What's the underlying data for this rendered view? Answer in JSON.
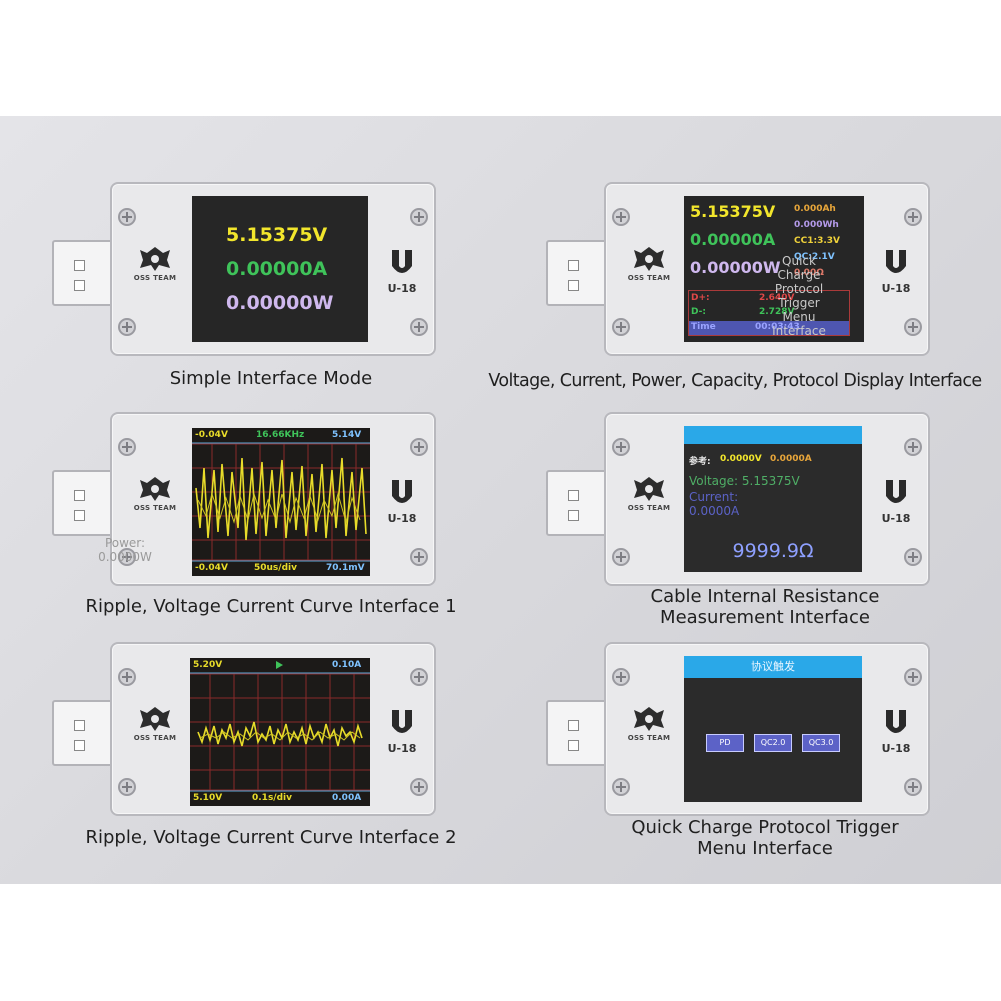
{
  "device": {
    "brand": "U-18",
    "logo_text": "OSS TEAM"
  },
  "captions": {
    "simple": "Simple Interface Mode",
    "full": "Voltage, Current, Power, Capacity, Protocol Display Interface",
    "ripple1": "Ripple, Voltage Current Curve Interface 1",
    "cable_l1": "Cable Internal Resistance",
    "cable_l2": "Measurement Interface",
    "ripple2": "Ripple, Voltage Current Curve Interface 2",
    "qc_l1": "Quick Charge Protocol Trigger",
    "qc_l2": "Menu Interface"
  },
  "simple_screen": {
    "voltage": "5.15375V",
    "current": "0.00000A",
    "power": "0.00000W"
  },
  "full_screen": {
    "voltage": "5.15375V",
    "current": "0.00000A",
    "power": "0.00000W",
    "capacity_ah": "0.000Ah",
    "energy_wh": "0.000Wh",
    "cc1": "CC1:3.3V",
    "qc": "QC:2.1V",
    "resistance": "0.00Ω",
    "dplus_label": "D+:",
    "dplus_val": "2.640V",
    "dminus_label": "D-:",
    "dminus_val": "2.728V",
    "time_label": "Time",
    "time_val": "00:03:43",
    "overlay_1": "Quick",
    "overlay_2": "Charge",
    "overlay_3": "Protocol",
    "overlay_4": "Trigger",
    "overlay_5": "Menu",
    "overlay_6": "Interface"
  },
  "ripple1_screen": {
    "top_left": "-0.04V",
    "top_mid": "16.66KHz",
    "top_right": "5.14V",
    "bot_left": "-0.04V",
    "bot_mid": "50us/div",
    "bot_right": "70.1mV"
  },
  "ripple1_overlay": {
    "l1": "Power:",
    "l2": "0.0000W"
  },
  "cable_screen": {
    "ref_label": "参考:",
    "ref_v": "0.0000V",
    "ref_a": "0.0000A",
    "voltage": "Voltage: 5.15375V",
    "current_l1": "Current:",
    "current_l2": "0.0000A",
    "resistance": "9999.9Ω"
  },
  "ripple2_screen": {
    "top_left": "5.20V",
    "top_right": "0.10A",
    "bot_left": "5.10V",
    "bot_mid": "0.1s/div",
    "bot_right": "0.00A"
  },
  "qc_screen": {
    "title": "协议触发",
    "btn_pd": "PD",
    "btn_qc2": "QC2.0",
    "btn_qc3": "QC3.0"
  }
}
